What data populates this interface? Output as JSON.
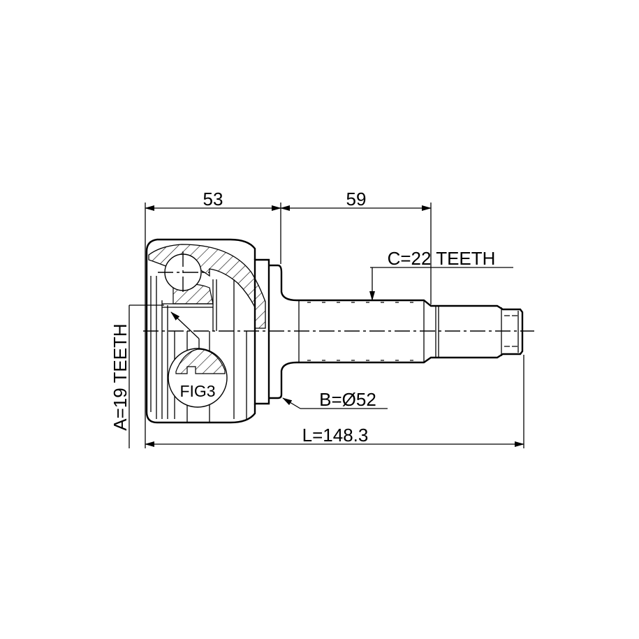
{
  "drawing": {
    "dimensions": {
      "outer_joint_length": "53",
      "shaft_length": "59",
      "overall_length": "L=148.3",
      "abs_ring_diameter": "B=Ø52",
      "inner_spline": "A=19 TEETH",
      "outer_spline": "C=22 TEETH"
    },
    "detail_label": "FIG3",
    "line_color": "#000000",
    "background_color": "#ffffff"
  }
}
